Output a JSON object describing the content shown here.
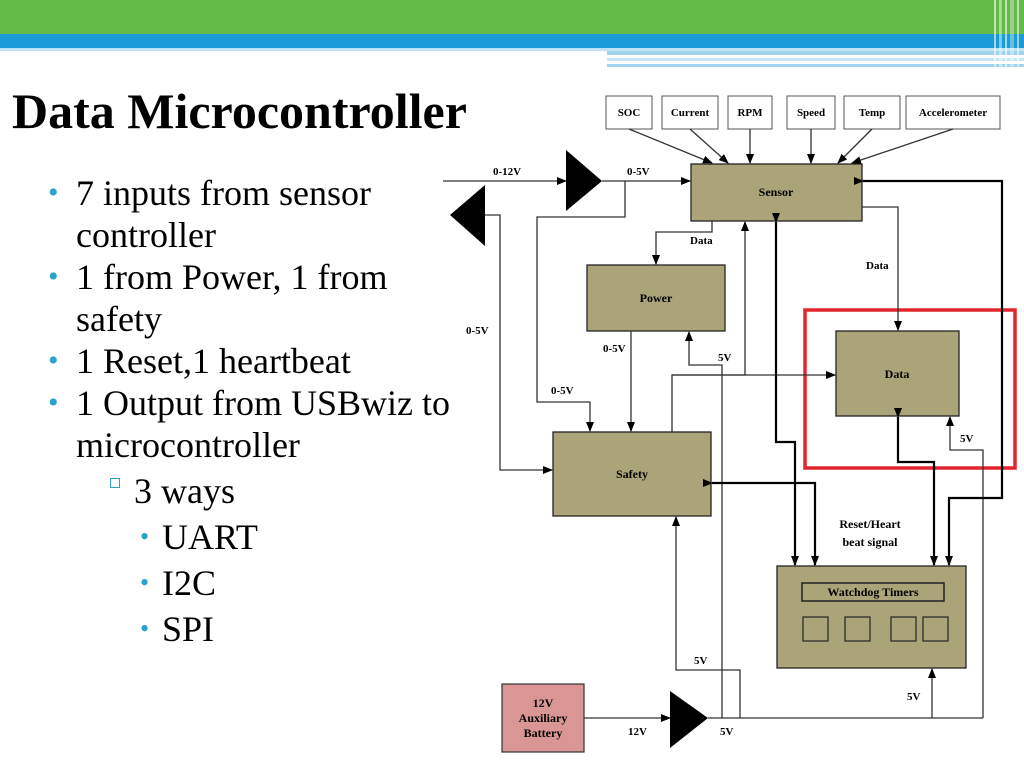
{
  "slide": {
    "title": "Data Microcontroller",
    "bullets": [
      "7 inputs from sensor controller",
      "1 from Power, 1 from safety",
      "1 Reset,1 heartbeat",
      "1 Output from USBwiz to microcontroller"
    ],
    "sub_bullet": "3 ways",
    "sub_sub_bullets": [
      "UART",
      "I2C",
      "SPI"
    ]
  },
  "theme": {
    "bar_green": "#62bb46",
    "bar_blue": "#1a9bd7",
    "bullet_color": "#29a3c9",
    "block_fill": "#aba479",
    "battery_fill": "#d99694",
    "highlight_red": "#e3262d"
  },
  "diagram": {
    "sensor_inputs": [
      "SOC",
      "Current",
      "RPM",
      "Speed",
      "Temp",
      "Accelerometer"
    ],
    "blocks": {
      "sensor": "Sensor",
      "power": "Power",
      "data": "Data",
      "safety": "Safety",
      "watchdog": "Watchdog Timers",
      "battery": [
        "12V",
        "Auxiliary",
        "Battery"
      ]
    },
    "labels": {
      "in_0_12v": "0-12V",
      "in_0_5v": "0-5V",
      "data_1": "Data",
      "data_2": "Data",
      "left_0_5v": "0-5V",
      "power_0_5v": "0-5V",
      "power_5v": "5V",
      "safety_0_5v": "0-5V",
      "data_5v": "5V",
      "reset_heartbeat": [
        "Reset/Heart",
        "beat signal"
      ],
      "safety_5v": "5V",
      "watchdog_5v": "5V",
      "battery_12v": "12V",
      "battery_5v": "5V"
    }
  }
}
